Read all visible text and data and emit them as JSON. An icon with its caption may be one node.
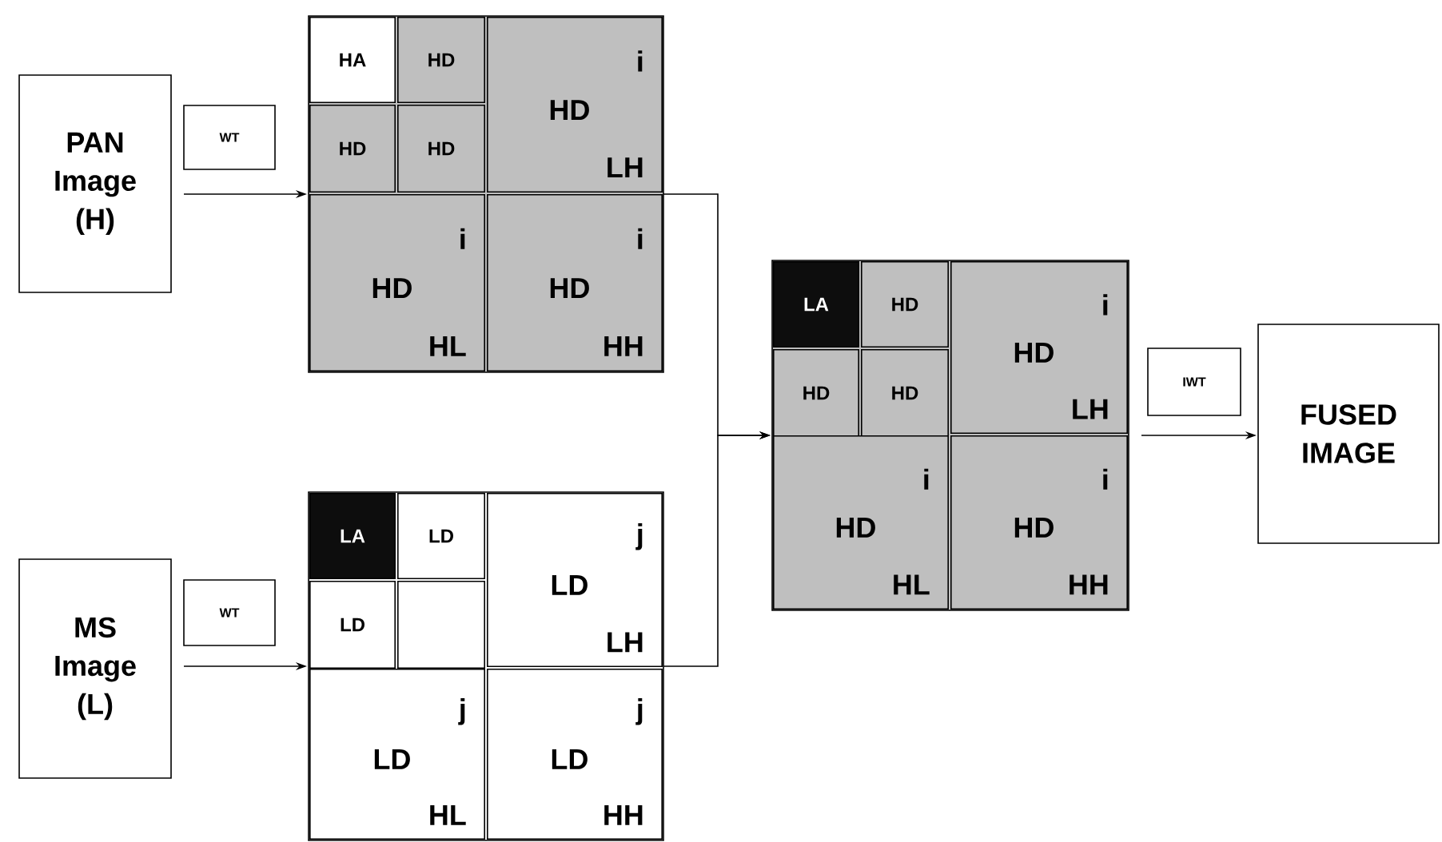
{
  "diagram": {
    "nodes": [
      {
        "text": [
          "PAN Image (H)"
        ]
      },
      {
        "text": [
          "WT"
        ]
      },
      {
        "text": [],
        "shape": "box"
      },
      {
        "text": [
          "HA"
        ],
        "in": 2
      },
      {
        "text": [
          "HD"
        ],
        "in": 2
      },
      {
        "text": [
          "HD"
        ],
        "in": 2
      },
      {
        "text": [
          "HD"
        ],
        "in": 2
      },
      {
        "text": [
          "i",
          "HD",
          "LH"
        ],
        "in": 2
      },
      {
        "text": [
          "i",
          "HD",
          "HL"
        ],
        "in": 2
      },
      {
        "text": [
          "i",
          "HD",
          "HH"
        ],
        "in": 2
      },
      {
        "text": [
          "MS Image (L)"
        ]
      },
      {
        "text": [
          "WT"
        ]
      },
      {
        "text": [],
        "shape": "box"
      },
      {
        "text": [
          "LA"
        ],
        "in": 12
      },
      {
        "text": [
          "LD"
        ],
        "in": 12
      },
      {
        "text": [
          "LD"
        ],
        "in": 12
      },
      {
        "text": [],
        "shape": "box",
        "in": 12
      },
      {
        "text": [
          "j",
          "LD",
          "LH"
        ],
        "in": 12
      },
      {
        "text": [
          "j",
          "LD",
          "HL"
        ],
        "in": 12
      },
      {
        "text": [
          "j",
          "LD",
          "HH"
        ],
        "in": 12
      },
      {
        "text": [],
        "shape": "box"
      },
      {
        "text": [
          "LA"
        ],
        "in": 20
      },
      {
        "text": [
          "HD"
        ],
        "in": 20
      },
      {
        "text": [
          "HD"
        ],
        "in": 20
      },
      {
        "text": [
          "HD"
        ],
        "in": 20
      },
      {
        "text": [
          "i",
          "HD",
          "LH"
        ],
        "in": 20
      },
      {
        "text": [
          "i",
          "HD",
          "HL"
        ],
        "in": 20
      },
      {
        "text": [
          "i",
          "HD",
          "HH"
        ],
        "in": 20
      },
      {
        "text": [
          "IWT"
        ]
      },
      {
        "text": [
          "FUSED IMAGE"
        ]
      }
    ],
    "edges": [
      {
        "from": 0,
        "to": 2,
        "arrow": "to"
      },
      {
        "from": 10,
        "to": 12,
        "arrow": "to"
      },
      {
        "from": 2,
        "to": 20,
        "arrow": "to"
      },
      {
        "from": 12,
        "to": 20,
        "arrow": "to"
      },
      {
        "from": 20,
        "to": 29,
        "arrow": "to"
      }
    ]
  }
}
